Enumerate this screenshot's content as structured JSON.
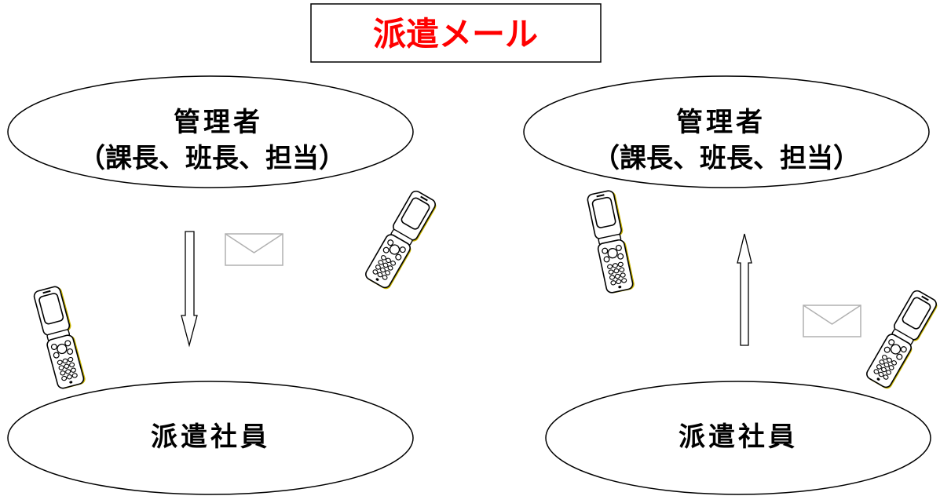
{
  "title": {
    "text": "派遣メール",
    "color": "#ff0000"
  },
  "left": {
    "manager": {
      "line1": "管理者",
      "line2": "（課長、班長、担当）"
    },
    "employee": "派遣社員"
  },
  "right": {
    "manager": {
      "line1": "管理者",
      "line2": "（課長、班長、担当）"
    },
    "employee": "派遣社員"
  },
  "icons": {
    "phone": "mobile-phone-icon",
    "mail": "envelope-icon",
    "arrow_down": "arrow-down-icon",
    "arrow_up": "arrow-up-icon"
  }
}
